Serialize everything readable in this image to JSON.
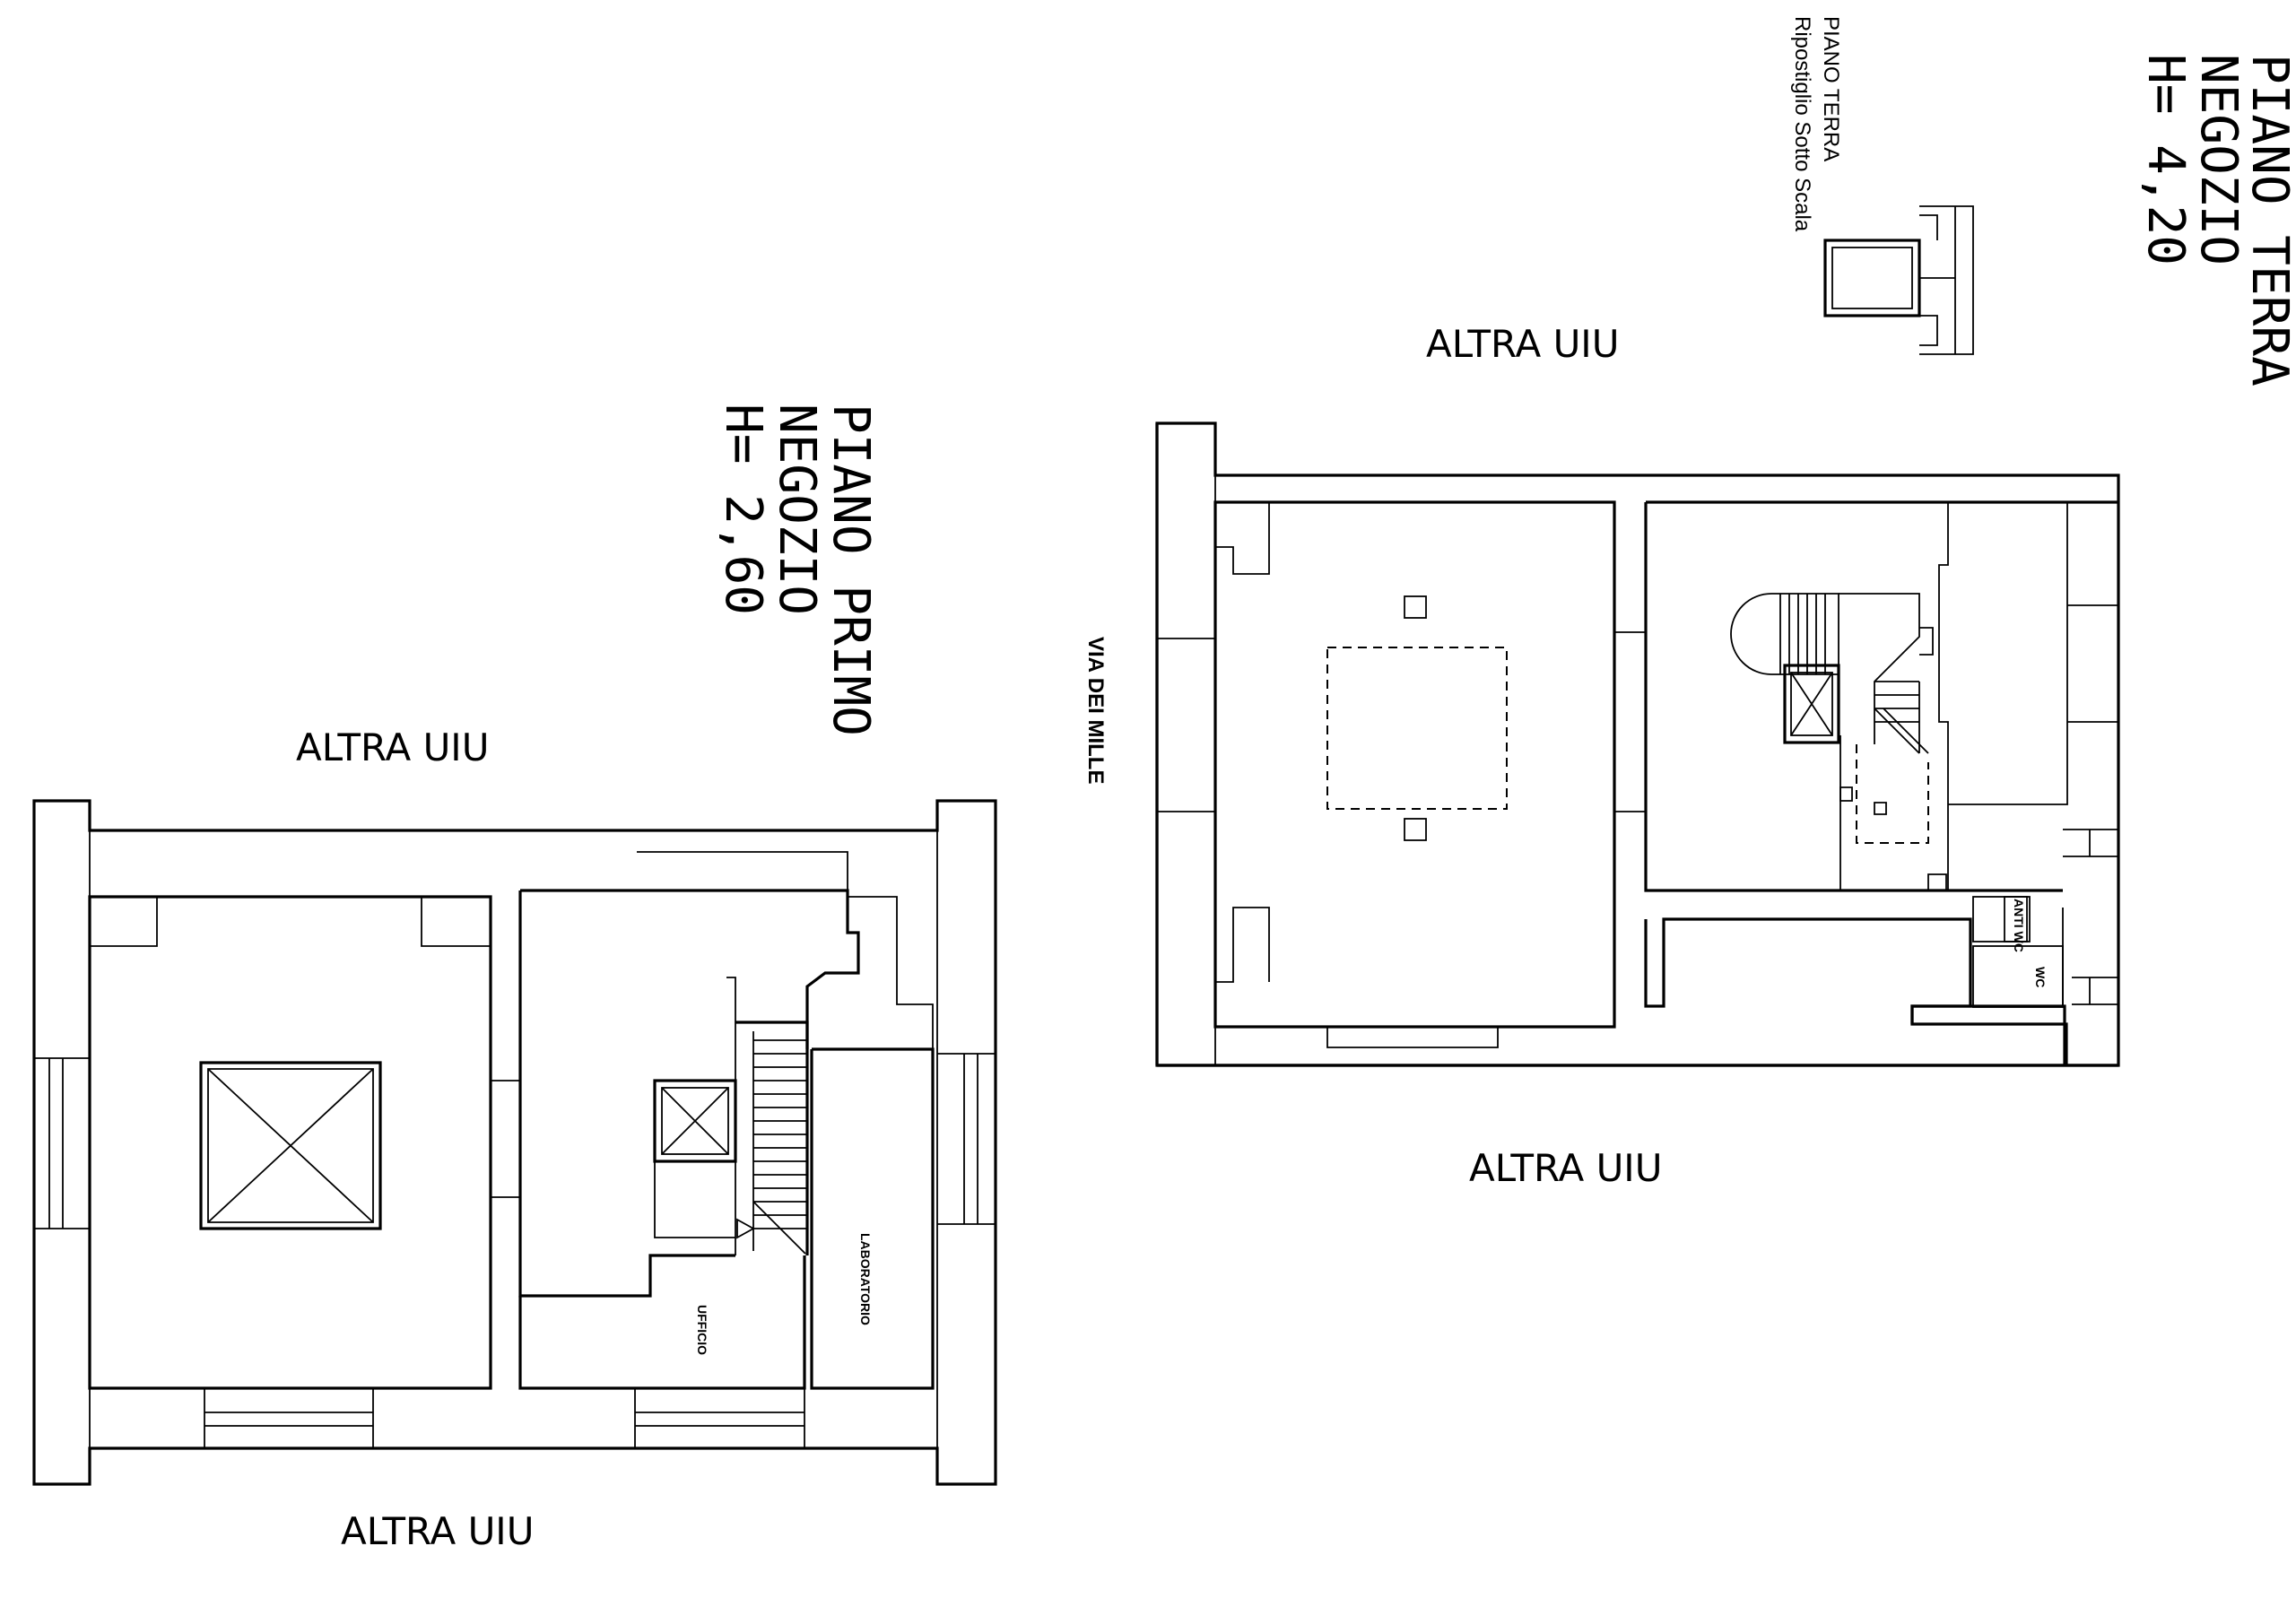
{
  "ground_floor": {
    "title": "PIANO TERRA",
    "use": "NEGOZIO",
    "height": "H= 4,20",
    "inset_title": "PIANO TERRA",
    "inset_caption": "Ripostiglio Sotto Scala",
    "neighbor_top": "ALTRA UIU",
    "neighbor_bottom": "ALTRA UIU",
    "street": "VIA DEI MILLE",
    "room_wc": "WC",
    "room_antiwc": "ANTI WC"
  },
  "first_floor": {
    "title": "PIANO PRIMO",
    "use": "NEGOZIO",
    "height": "H= 2,60",
    "neighbor_top": "ALTRA UIU",
    "neighbor_bottom": "ALTRA UIU",
    "room_office": "UFFICIO",
    "room_lab": "LABORATORIO"
  }
}
